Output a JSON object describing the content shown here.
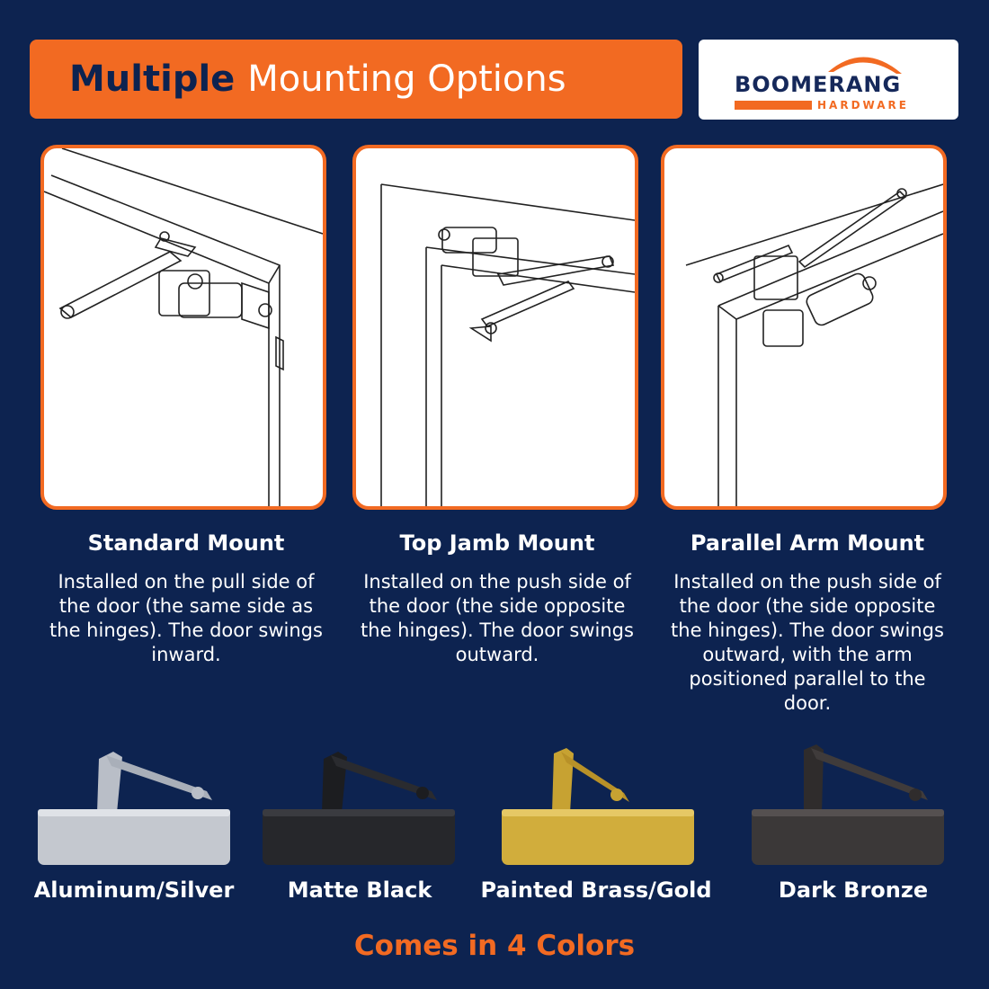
{
  "header": {
    "title_bold": "Multiple",
    "title_rest": "Mounting Options"
  },
  "logo": {
    "word": "BOOMERANG",
    "sub": "HARDWARE"
  },
  "mounts": [
    {
      "title": "Standard Mount",
      "description": "Installed on the pull side of the door (the same side as the hinges). The door swings inward."
    },
    {
      "title": "Top Jamb Mount",
      "description": "Installed on the push side of the door (the side opposite the hinges). The door swings outward."
    },
    {
      "title": "Parallel Arm Mount",
      "description": "Installed on the push side of the door (the side opposite the hinges). The door swings outward, with the arm positioned parallel to the door."
    }
  ],
  "colors": [
    {
      "label": "Aluminum/Silver",
      "hex": "#c4c8cf"
    },
    {
      "label": "Matte Black",
      "hex": "#26272b"
    },
    {
      "label": "Painted Brass/Gold",
      "hex": "#d1ad3c"
    },
    {
      "label": "Dark Bronze",
      "hex": "#3b3838"
    }
  ],
  "footer": "Comes in 4 Colors",
  "accent": "#f26a22",
  "background": "#0d2350"
}
